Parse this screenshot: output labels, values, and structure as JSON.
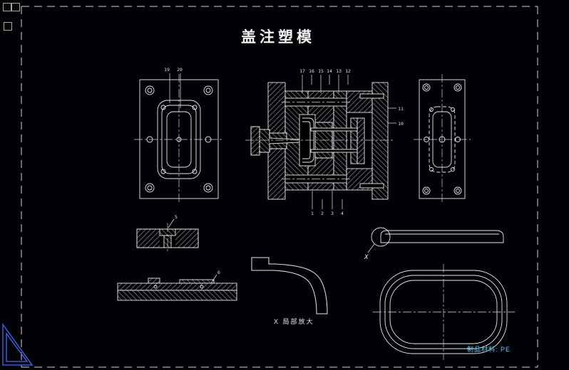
{
  "title": "盖注塑模",
  "material_note": "制品材料: PE",
  "detail_label": "X 局部放大",
  "section_mark": "X",
  "callouts": {
    "plate": [
      "19",
      "20"
    ],
    "top": [
      "17",
      "16",
      "15",
      "14",
      "13",
      "12"
    ],
    "right": [
      "11",
      "10"
    ],
    "bottom": [
      "1",
      "2",
      "3",
      "4"
    ],
    "detail_small": "5",
    "detail_long": "6"
  },
  "colors": {
    "background": "#000105",
    "line": "#e9e9e9",
    "accent_cyan": "#5ad2ff",
    "ucs_blue": "#3a6cff"
  }
}
